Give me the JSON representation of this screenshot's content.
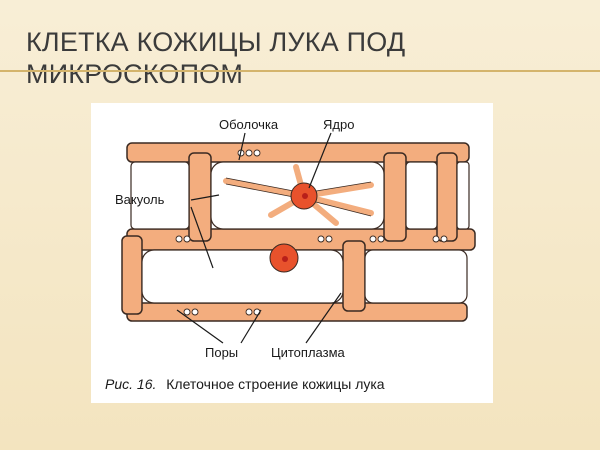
{
  "slide": {
    "title": "КЛЕТКА КОЖИЦЫ ЛУКА ПОД МИКРОСКОПОМ"
  },
  "figure": {
    "labels": {
      "membrane": "Оболочка",
      "nucleus": "Ядро",
      "vacuole": "Вакуоль",
      "pores": "Поры",
      "cytoplasm": "Цитоплазма"
    },
    "caption": {
      "number": "Рис. 16.",
      "text": "Клеточное строение кожицы лука"
    },
    "colors": {
      "cell_wall": "#f3ad7e",
      "nucleus": "#e8522c",
      "nucleolus": "#b81f1a",
      "outline": "#3a2a22"
    }
  }
}
